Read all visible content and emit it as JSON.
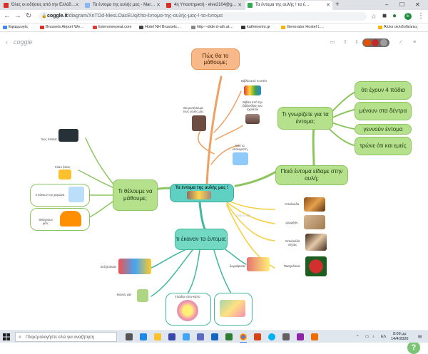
{
  "tabs": [
    {
      "title": "Όλες οι ειδήσεις από την Ελλάδ…",
      "color": "#d93025"
    },
    {
      "title": "Τα έντομα της αυλής μας - Mar…",
      "color": "#8ab4f8"
    },
    {
      "title": "4η Υποστηρικτή - elve2104@g…",
      "color": "#d93025"
    },
    {
      "title": "Τα έντομα της αυλής ! τα έ…",
      "color": "#34a853"
    }
  ],
  "address": {
    "host": "coggle.it",
    "path": "/diagram/XnTOd-MesLOacEUq/t/τα-έντομα-της-αυλής-μας-!-τα-έντομα"
  },
  "profile_initial": "E",
  "bookmarks": [
    {
      "label": "Εφαρμογές",
      "color": "#4285f4"
    },
    {
      "label": "Brussels Airport We…",
      "color": "#d93025"
    },
    {
      "label": "listenonrepeat.com",
      "color": "#e53935"
    },
    {
      "label": "Hotel NH Brussels…",
      "color": "#444"
    },
    {
      "label": "http---dide-d-ath.at…",
      "color": "#888"
    },
    {
      "label": "kathimerini.gr",
      "color": "#333"
    },
    {
      "label": "Generator Hostel L…",
      "color": "#f4b400"
    },
    {
      "label": "Άλλοι σελιδοδείκτες",
      "color": "#f4b400"
    }
  ],
  "app": {
    "brand": "coggle"
  },
  "map": {
    "center": "Τα έντομα της αυλής μας !",
    "how": "Πώς θα το μάθουμε;",
    "what_know": "Τι γνωρίζετε για τα έντομα;",
    "know_items": [
      "ότι έχουν 4 πόδια",
      "μένουν στα δέντρα",
      "γεννούν έντομα",
      "τρώνε ότι και εμείς"
    ],
    "seen": "Ποιά έντομα είδαμε στην αυλή;",
    "want": "Τι θέλουμε να μάθουμε;",
    "did": "τι έκαναν τα έντομα;",
    "how_labels": [
      "Θα ρωτήσουμε τους γονείς μας",
      "Βιβλία από το σπίτι",
      "Βιβλία από την βιβλιοθήκη του σχολείου",
      "Από το υπολογιστή"
    ],
    "want_labels": [
      "πώς πετάνε;",
      "πόσο ζούνε;",
      "τι κάνουν την χειμώνα",
      "Φτιάχνουν μέλι;"
    ],
    "seen_labels": [
      "πεταλούδα",
      "μυρμήγκι",
      "πεταλούδα νύχτας",
      "Πασχαλίτσα"
    ],
    "did_labels": [
      "Συζητούσαν",
      "έκαναν γαλ",
      "ζωγράφισαν",
      "έπαιξαν στον κήπο"
    ],
    "click_label": "click to edit"
  },
  "taskbar": {
    "search_placeholder": "Πληκτρολογήστε εδώ για αναζήτηση",
    "lang": "ΕΛ",
    "time": "8:09 μμ",
    "date": "14/4/2020"
  }
}
